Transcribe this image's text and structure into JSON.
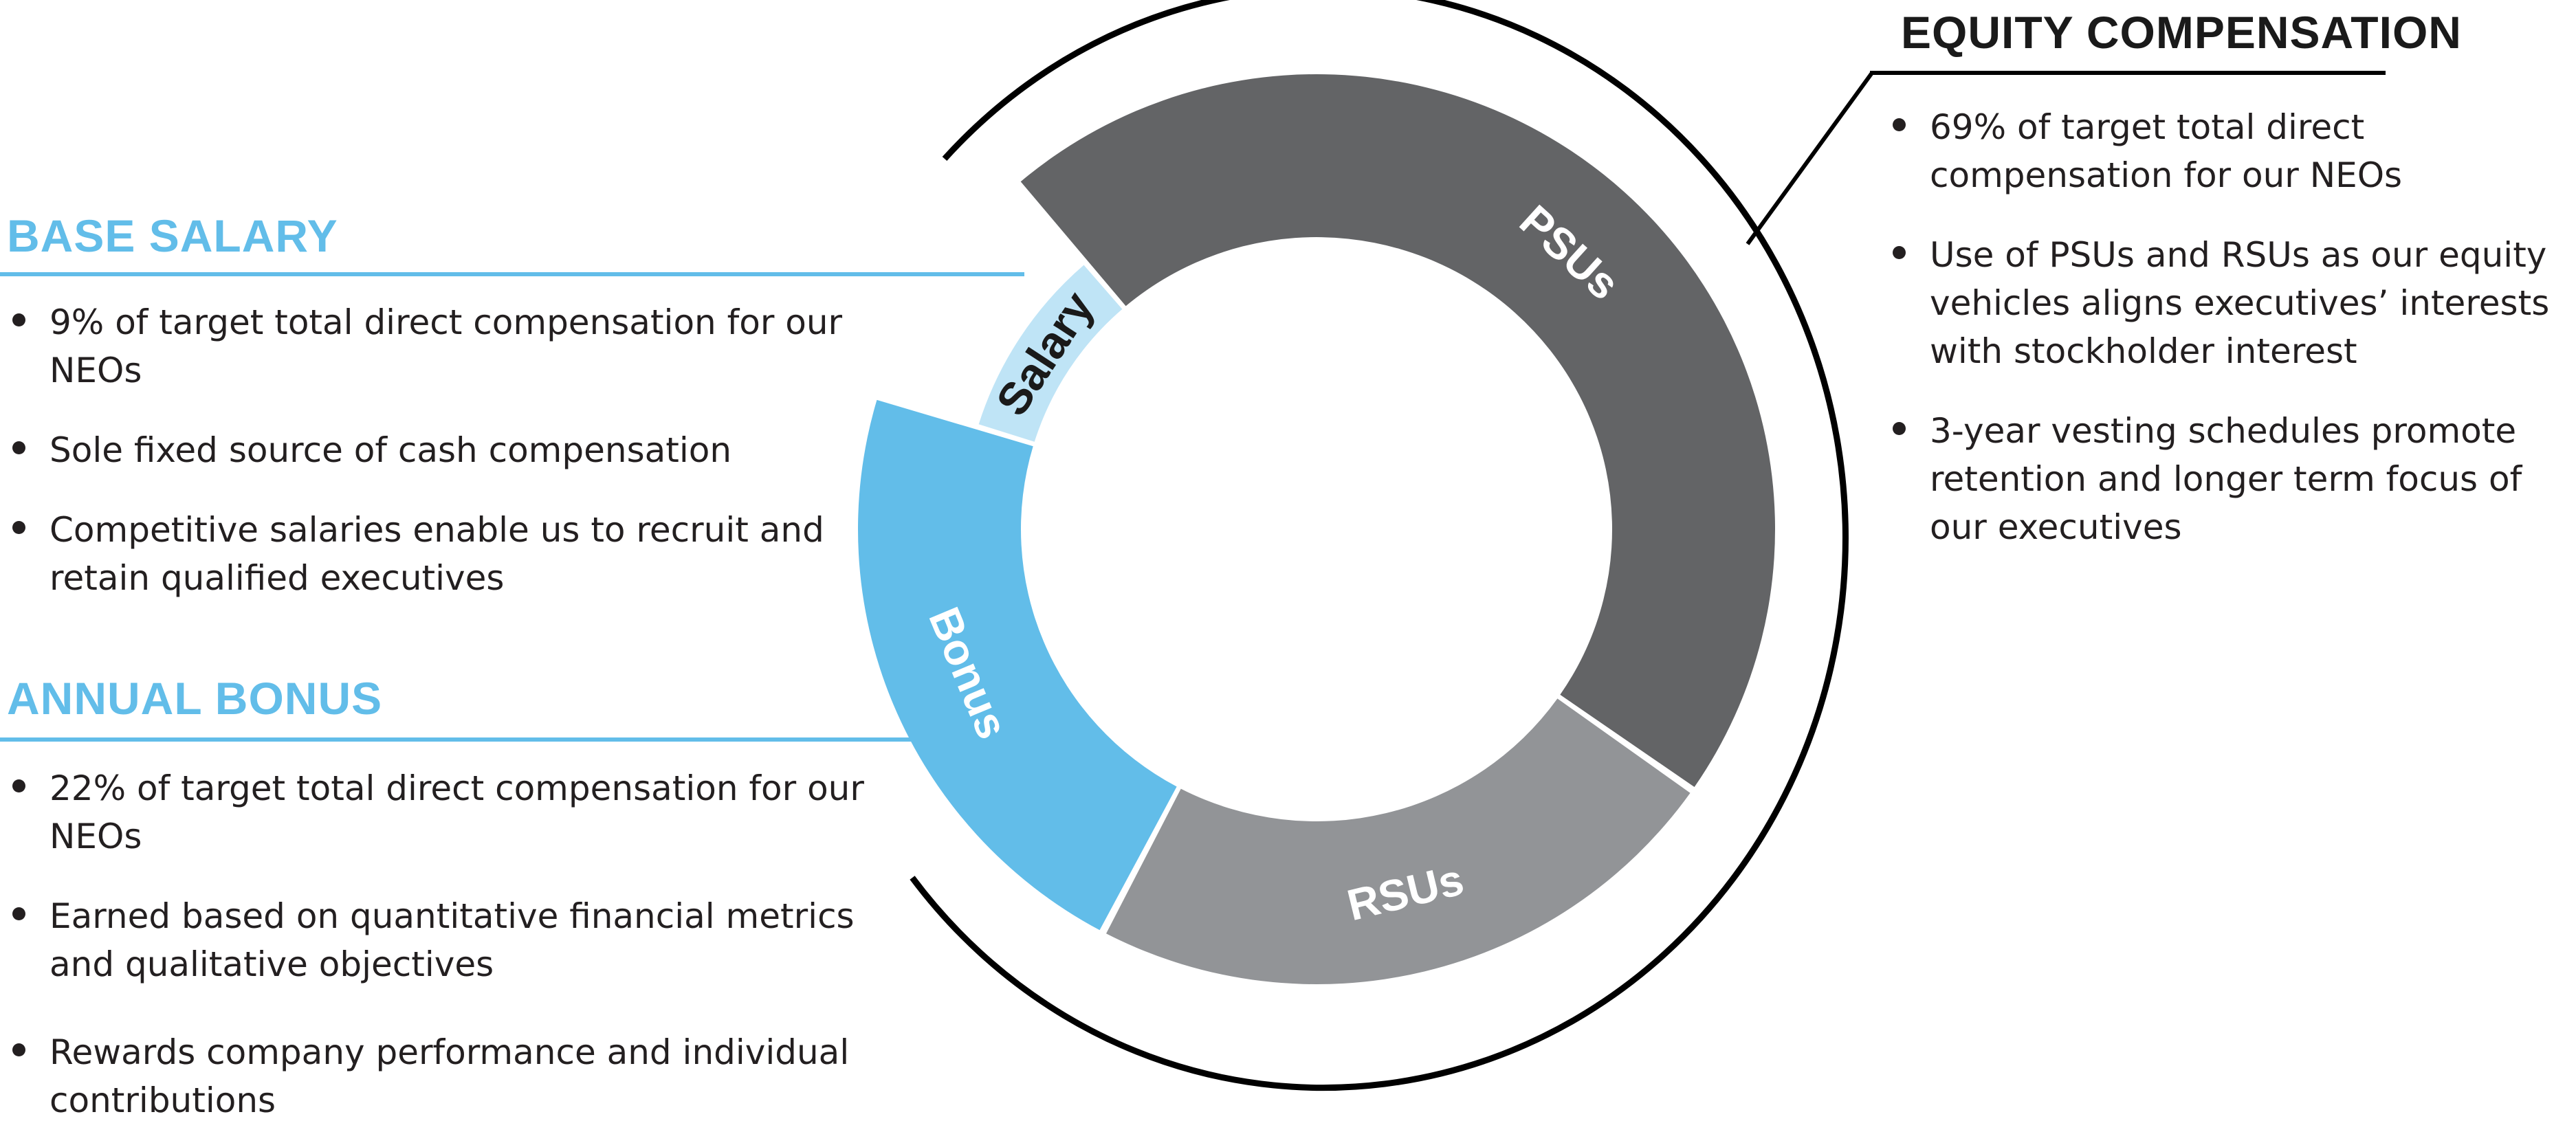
{
  "chart_data": {
    "type": "pie",
    "style": "donut",
    "categories": [
      "PSUs",
      "RSUs",
      "Bonus",
      "Salary"
    ],
    "values": [
      46,
      23,
      22,
      9
    ],
    "segments": [
      {
        "name": "PSUs",
        "value": 46,
        "color": "#636466",
        "label_color": "#ffffff"
      },
      {
        "name": "RSUs",
        "value": 23,
        "color": "#929497",
        "label_color": "#ffffff"
      },
      {
        "name": "Bonus",
        "value": 22,
        "color": "#62bde9",
        "label_color": "#ffffff"
      },
      {
        "name": "Salary",
        "value": 9,
        "color": "#bfe4f6",
        "label_color": "#1a1a1a"
      }
    ]
  },
  "colors": {
    "accent_blue": "#62bde9",
    "text_dark": "#231f20",
    "frame": "#000000"
  },
  "base_salary": {
    "heading": "BASE SALARY",
    "bullets": [
      "9% of target total direct compensation for our NEOs",
      "Sole fixed source of cash compensation",
      "Competitive salaries enable us to recruit and retain qualified executives"
    ]
  },
  "annual_bonus": {
    "heading": "ANNUAL BONUS",
    "bullets": [
      "22% of target total direct compensation for our NEOs",
      "Earned based on quantitative financial metrics and qualitative objectives",
      "Rewards company performance and individual contributions"
    ]
  },
  "equity_compensation": {
    "heading": "EQUITY COMPENSATION",
    "bullets": [
      "69% of target total direct compensation for our NEOs",
      "Use of PSUs and RSUs as our equity vehicles aligns executives’ interests with stockholder interest",
      "3-year vesting schedules promote retention and longer term focus of our executives"
    ]
  }
}
